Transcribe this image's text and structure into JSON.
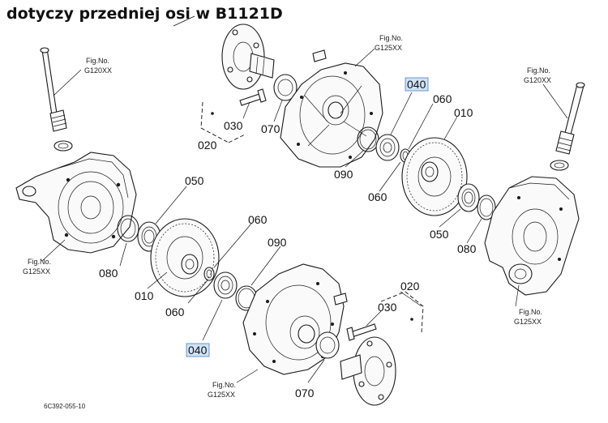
{
  "title": "dotyczy przedniej osi w B1121D",
  "drawing_code": "6C392-055-10",
  "fig_refs": {
    "g120_left": [
      "Fig.No.",
      "G120XX"
    ],
    "g120_right": [
      "Fig.No.",
      "G120XX"
    ],
    "g125_top": [
      "Fig.No.",
      "G125XX"
    ],
    "g125_left": [
      "Fig.No.",
      "G125XX"
    ],
    "g125_right": [
      "Fig.No.",
      "G125XX"
    ],
    "g125_bottom": [
      "Fig.No.",
      "G125XX"
    ]
  },
  "part_numbers": {
    "p030_top": "030",
    "p070_top": "070",
    "p020_top": "020",
    "p040_top": "040",
    "p060_top_a": "060",
    "p010_top": "010",
    "p090_top": "090",
    "p060_top_b": "060",
    "p050_right": "050",
    "p080_right": "080",
    "p050_left": "050",
    "p080_left": "080",
    "p010_left": "010",
    "p060_mid": "060",
    "p090_mid": "090",
    "p060_low": "060",
    "p040_low": "040",
    "p020_bottom": "020",
    "p030_bottom": "030",
    "p070_bottom": "070"
  }
}
